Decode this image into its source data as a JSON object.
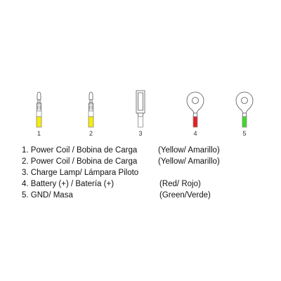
{
  "connectors": [
    {
      "number": "1",
      "type": "bullet-terminal",
      "icon": "bullet-terminal-icon",
      "color": "#f5ec0d"
    },
    {
      "number": "2",
      "type": "bullet-terminal",
      "icon": "bullet-terminal-icon",
      "color": "#f5ec0d"
    },
    {
      "number": "3",
      "type": "blade-terminal",
      "icon": "blade-terminal-icon",
      "color": "#ffffff"
    },
    {
      "number": "4",
      "type": "ring-terminal",
      "icon": "ring-terminal-icon",
      "color": "#e81d24"
    },
    {
      "number": "5",
      "type": "ring-terminal",
      "icon": "ring-terminal-icon",
      "color": "#3fd92b"
    }
  ],
  "legend": [
    {
      "description": "1. Power Coil / Bobina de Carga",
      "color_label": "(Yellow/ Amarillo)"
    },
    {
      "description": "2. Power Coil / Bobina de Carga",
      "color_label": "(Yellow/ Amarillo)"
    },
    {
      "description": "3. Charge Lamp/ Lámpara Piloto",
      "color_label": ""
    },
    {
      "description": "4. Battery (+) / Batería (+)",
      "color_label": "(Red/ Rojo)"
    },
    {
      "description": "5. GND/ Masa",
      "color_label": "(Green/Verde)"
    }
  ]
}
